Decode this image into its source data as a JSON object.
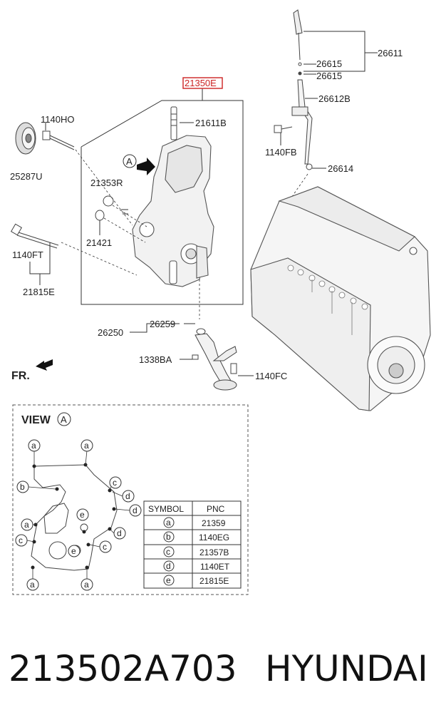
{
  "labels": {
    "part_21350E": "21350E",
    "part_21611B": "21611B",
    "part_1140HO": "1140HO",
    "part_25287U": "25287U",
    "part_21353R": "21353R",
    "part_21421": "21421",
    "part_1140FT": "1140FT",
    "part_21815E": "21815E",
    "part_26611": "26611",
    "part_26615_a": "26615",
    "part_26615_b": "26615",
    "part_26612B": "26612B",
    "part_1140FB": "1140FB",
    "part_26614": "26614",
    "part_26259": "26259",
    "part_26250": "26250",
    "part_1338BA": "1338BA",
    "part_1140FC": "1140FC",
    "view_marker": "A",
    "front_label": "FR."
  },
  "view": {
    "title": "VIEW",
    "marker": "A",
    "callouts": {
      "a": "a",
      "b": "b",
      "c": "c",
      "d": "d",
      "e": "e"
    }
  },
  "legend_table": {
    "headers": [
      "SYMBOL",
      "PNC"
    ],
    "rows": [
      {
        "symbol": "a",
        "pnc": "21359"
      },
      {
        "symbol": "b",
        "pnc": "1140EG"
      },
      {
        "symbol": "c",
        "pnc": "21357B"
      },
      {
        "symbol": "d",
        "pnc": "1140ET"
      },
      {
        "symbol": "e",
        "pnc": "21815E"
      }
    ]
  },
  "footer": {
    "part_number": "213502A703",
    "brand": "HYUNDAI"
  },
  "colors": {
    "highlight_box": "#cc2222",
    "line": "#333333",
    "drawing": "#555555"
  }
}
